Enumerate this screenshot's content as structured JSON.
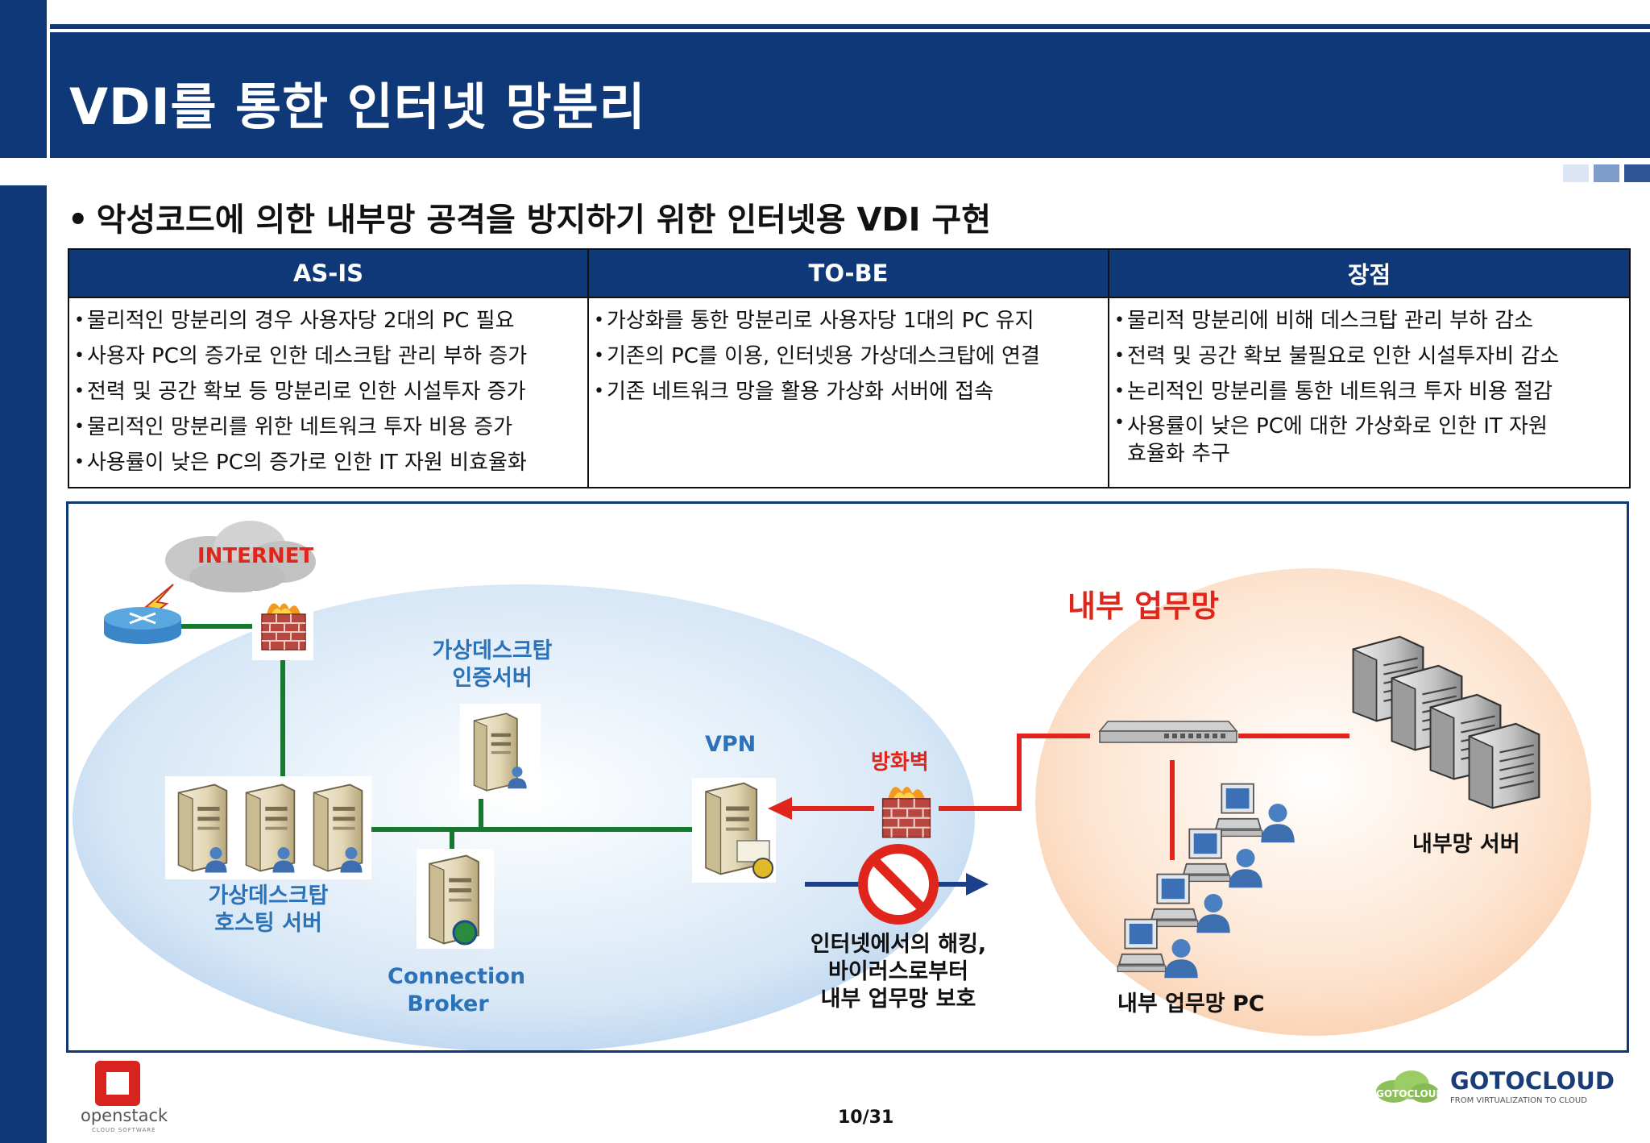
{
  "slide": {
    "title": "VDI를 통한 인터넷 망분리",
    "subtitle": "악성코드에 의한 내부망 공격을 방지하기 위한 인터넷용 VDI 구현",
    "page_number": "10/31"
  },
  "colors": {
    "header": "#0e3878",
    "label_blue": "#2b72b8",
    "label_red": "#e0261c"
  },
  "table": {
    "headers": [
      "AS-IS",
      "TO-BE",
      "장점"
    ],
    "as_is": [
      "물리적인 망분리의 경우 사용자당 2대의 PC 필요",
      "사용자 PC의 증가로 인한 데스크탑 관리 부하 증가",
      "전력 및 공간 확보 등 망분리로 인한 시설투자 증가",
      "물리적인 망분리를 위한 네트워크 투자 비용 증가",
      "사용률이 낮은 PC의 증가로 인한 IT 자원 비효율화"
    ],
    "to_be": [
      "가상화를 통한 망분리로 사용자당 1대의 PC 유지",
      "기존의 PC를 이용, 인터넷용 가상데스크탑에 연결",
      "기존 네트워크 망을 활용 가상화 서버에 접속"
    ],
    "benefits": [
      "물리적 망분리에 비해 데스크탑 관리 부하 감소",
      "전력 및 공간 확보 불필요로 인한 시설투자비 감소",
      "논리적인 망분리를 통한 네트워크 투자 비용 절감",
      "사용률이 낮은 PC에 대한 가상화로 인한 IT 자원\n효율화 추구"
    ]
  },
  "diagram": {
    "internet": "INTERNET",
    "internal_network": "내부 업무망",
    "auth_server": [
      "가상데스크탑",
      "인증서버"
    ],
    "vpn": "VPN",
    "firewall": "방화벽",
    "hosting_server": [
      "가상데스크탑",
      "호스팅 서버"
    ],
    "connection_broker": [
      "Connection",
      "Broker"
    ],
    "protection_note": [
      "인터넷에서의 해킹,",
      "바이러스로부터",
      "내부 업무망 보호"
    ],
    "internal_pc": "내부 업무망 PC",
    "internal_server": "내부망 서버"
  },
  "footer": {
    "openstack_logo": "openstack",
    "openstack_sub": "CLOUD SOFTWARE",
    "gotocloud_brand": "GOTOCLOUD",
    "gotocloud_tag": "FROM VIRTUALIZATION TO CLOUD",
    "gotocloud_badge": "GOTOCLOUD"
  },
  "icons": [
    "router-icon",
    "firewall-icon",
    "server-icon",
    "desktop-pc-icon",
    "switch-icon",
    "cloud-icon",
    "lightning-icon",
    "no-entry-icon"
  ]
}
